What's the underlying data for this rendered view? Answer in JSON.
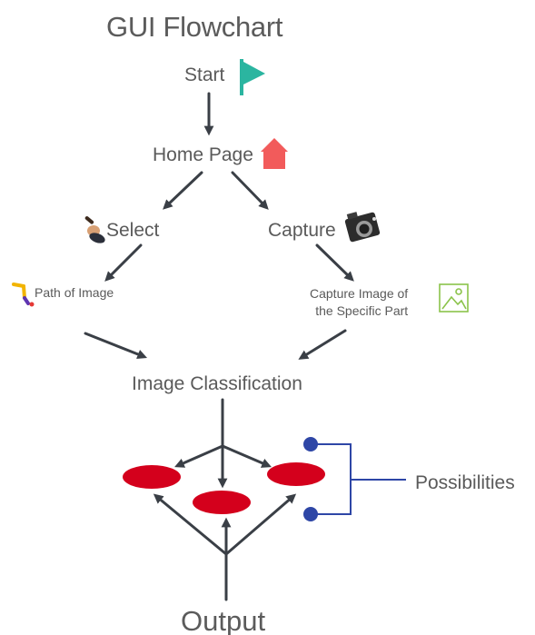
{
  "diagram": {
    "title": "GUI Flowchart",
    "nodes": {
      "start": "Start",
      "home_page": "Home Page",
      "select": "Select",
      "capture": "Capture",
      "path_of_image": "Path of Image",
      "capture_image_line1": "Capture Image of",
      "capture_image_line2": "the Specific Part",
      "image_classification": "Image Classification",
      "possibilities": "Possibilities",
      "output": "Output"
    },
    "icons": {
      "start": "flag-icon",
      "home_page": "house-icon",
      "select": "pointing-hand-icon",
      "capture": "camera-icon",
      "path_of_image": "path-icon",
      "capture_image": "image-icon"
    },
    "colors": {
      "flag": "#2bb5a0",
      "house": "#f25b5b",
      "ellipse": "#d4001c",
      "possibility_dot": "#2e46a6",
      "arrow": "#3a3f46",
      "image_icon": "#8bc34a"
    }
  }
}
